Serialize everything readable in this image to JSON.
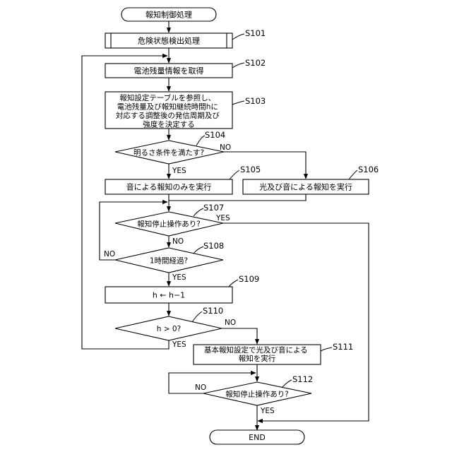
{
  "nodes": {
    "start": {
      "lines": [
        "報知制御処理"
      ]
    },
    "s101": {
      "step": "S101",
      "lines": [
        "危険状態検出処理"
      ]
    },
    "s102": {
      "step": "S102",
      "lines": [
        "電池残量情報を取得"
      ]
    },
    "s103": {
      "step": "S103",
      "lines": [
        "報知設定テーブルを参照し、",
        "電池残量及び報知継続時間hに",
        "対応する調整後の発信周期及び",
        "強度を決定する"
      ]
    },
    "s104": {
      "step": "S104",
      "lines": [
        "明るさ条件を満たす?"
      ]
    },
    "s105": {
      "step": "S105",
      "lines": [
        "音による報知のみを実行"
      ]
    },
    "s106": {
      "step": "S106",
      "lines": [
        "光及び音による報知を実行"
      ]
    },
    "s107": {
      "step": "S107",
      "lines": [
        "報知停止操作あり?"
      ]
    },
    "s108": {
      "step": "S108",
      "lines": [
        "1時間経過?"
      ]
    },
    "s109": {
      "step": "S109",
      "lines": [
        "h ← h−1"
      ]
    },
    "s110": {
      "step": "S110",
      "lines": [
        "h > 0?"
      ]
    },
    "s111": {
      "step": "S111",
      "lines": [
        "基本報知設定で光及び音による",
        "報知を実行"
      ]
    },
    "s112": {
      "step": "S112",
      "lines": [
        "報知停止操作あり?"
      ]
    },
    "end": {
      "lines": [
        "END"
      ]
    }
  },
  "branch_labels": {
    "s104_yes": "YES",
    "s104_no": "NO",
    "s107_yes": "YES",
    "s107_no": "NO",
    "s108_yes": "YES",
    "s108_no": "NO",
    "s110_yes": "YES",
    "s110_no": "NO",
    "s112_yes": "YES",
    "s112_no": "NO"
  }
}
